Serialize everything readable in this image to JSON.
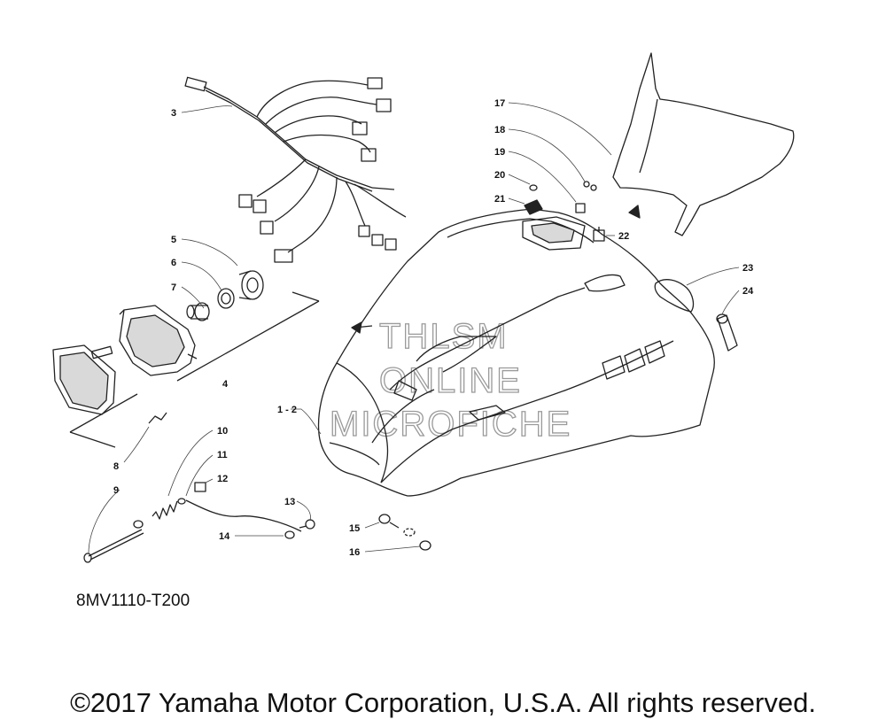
{
  "diagram_code": "8MV1110-T200",
  "copyright": "©2017 Yamaha Motor Corporation, U.S.A. All rights reserved.",
  "watermark": [
    "THLSM",
    "ONLINE",
    "MICROFICHE"
  ],
  "callouts": {
    "c1_2": "1 - 2",
    "c3": "3",
    "c4": "4",
    "c5": "5",
    "c6": "6",
    "c7": "7",
    "c8": "8",
    "c9": "9",
    "c10": "10",
    "c11": "11",
    "c12": "12",
    "c13": "13",
    "c14": "14",
    "c15": "15",
    "c16": "16",
    "c17": "17",
    "c18": "18",
    "c19": "19",
    "c20": "20",
    "c21": "21",
    "c22": "22",
    "c23": "23",
    "c24": "24"
  }
}
